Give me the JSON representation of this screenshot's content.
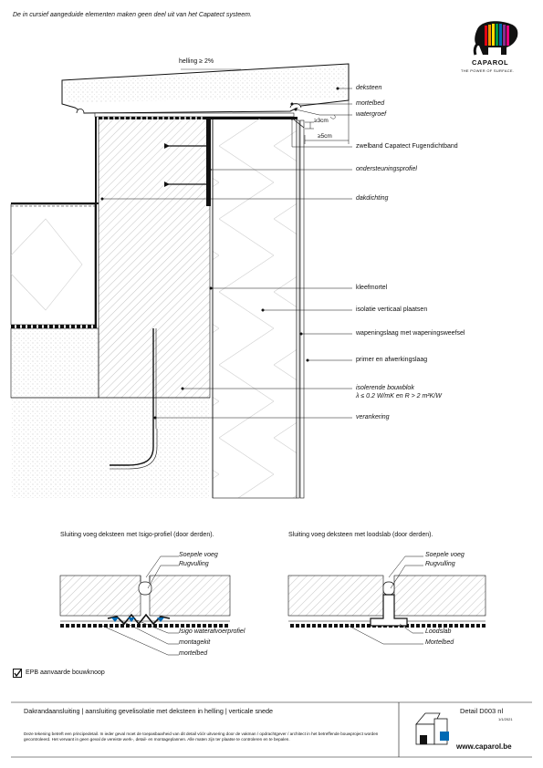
{
  "note": "De in cursief aangeduide elementen maken geen deel uit van het Capatect systeem.",
  "brand": {
    "name": "CAPAROL",
    "slogan": "THE POWER OF SURFACE.",
    "website": "www.caparol.be",
    "logo_colors": [
      "#e30613",
      "#f39200",
      "#ffde00",
      "#009640",
      "#0069b4",
      "#8b2e8f",
      "#e5007d"
    ]
  },
  "main_detail": {
    "slope": "helling ≥ 2%",
    "dim_3cm": "≥3cm",
    "dim_5cm": "≥5cm",
    "labels": {
      "deksteen": "deksteen",
      "mortelbed": "mortelbed",
      "watergroef": "watergroef",
      "zwelband": "zwelband Capatect Fugendichtband",
      "ondersteuningsprofiel": "ondersteuningsprofiel",
      "dakdichting": "dakdichting",
      "kleefmortel": "kleefmortel",
      "isolatie": "isolatie verticaal plaatsen",
      "wapening": "wapeningslaag met wapeningsweefsel",
      "primer": "primer en afwerkingslaag",
      "bouwblok": "isolerende bouwblok",
      "bouwblok_spec": "λ ≤ 0.2 W/mK en R > 2 m²K/W",
      "verankering": "verankering"
    }
  },
  "sub_left": {
    "title": "Sluiting voeg deksteen met Isigo-profiel (door derden).",
    "labels": {
      "soepele_voeg": "Soepele voeg",
      "rugvulling": "Rugvulling",
      "isigo": "Isigo waterafvoerprofiel",
      "montagekit": "montagekit",
      "mortelbed": "mortelbed"
    }
  },
  "sub_right": {
    "title": "Sluiting voeg deksteen met loodslab (door derden).",
    "labels": {
      "soepele_voeg": "Soepele voeg",
      "rugvulling": "Rugvulling",
      "loodslab": "Loodslab",
      "mortelbed": "Mortelbed"
    }
  },
  "epb": {
    "label": "EPB aanvaarde bouwknoop",
    "checked": true
  },
  "footer": {
    "title": "Dakrandaansluiting | aansluiting gevelisolatie met deksteen in helling | verticale snede",
    "detail": "Detail D003 nl",
    "date": "1/1/2021",
    "disclaimer": "Deze tekening betreft een principedetail. In ieder geval moet de toepasbaarheid van dit detail vóór uitvoering door de vakman / opdrachtgever / architect in het betreffende bouwproject worden gecontroleerd. Het verwant in geen geval de vereiste werk-, detail- en montageplannen. Alle maten zijn ter plaatse te controleren en te bepalen."
  }
}
